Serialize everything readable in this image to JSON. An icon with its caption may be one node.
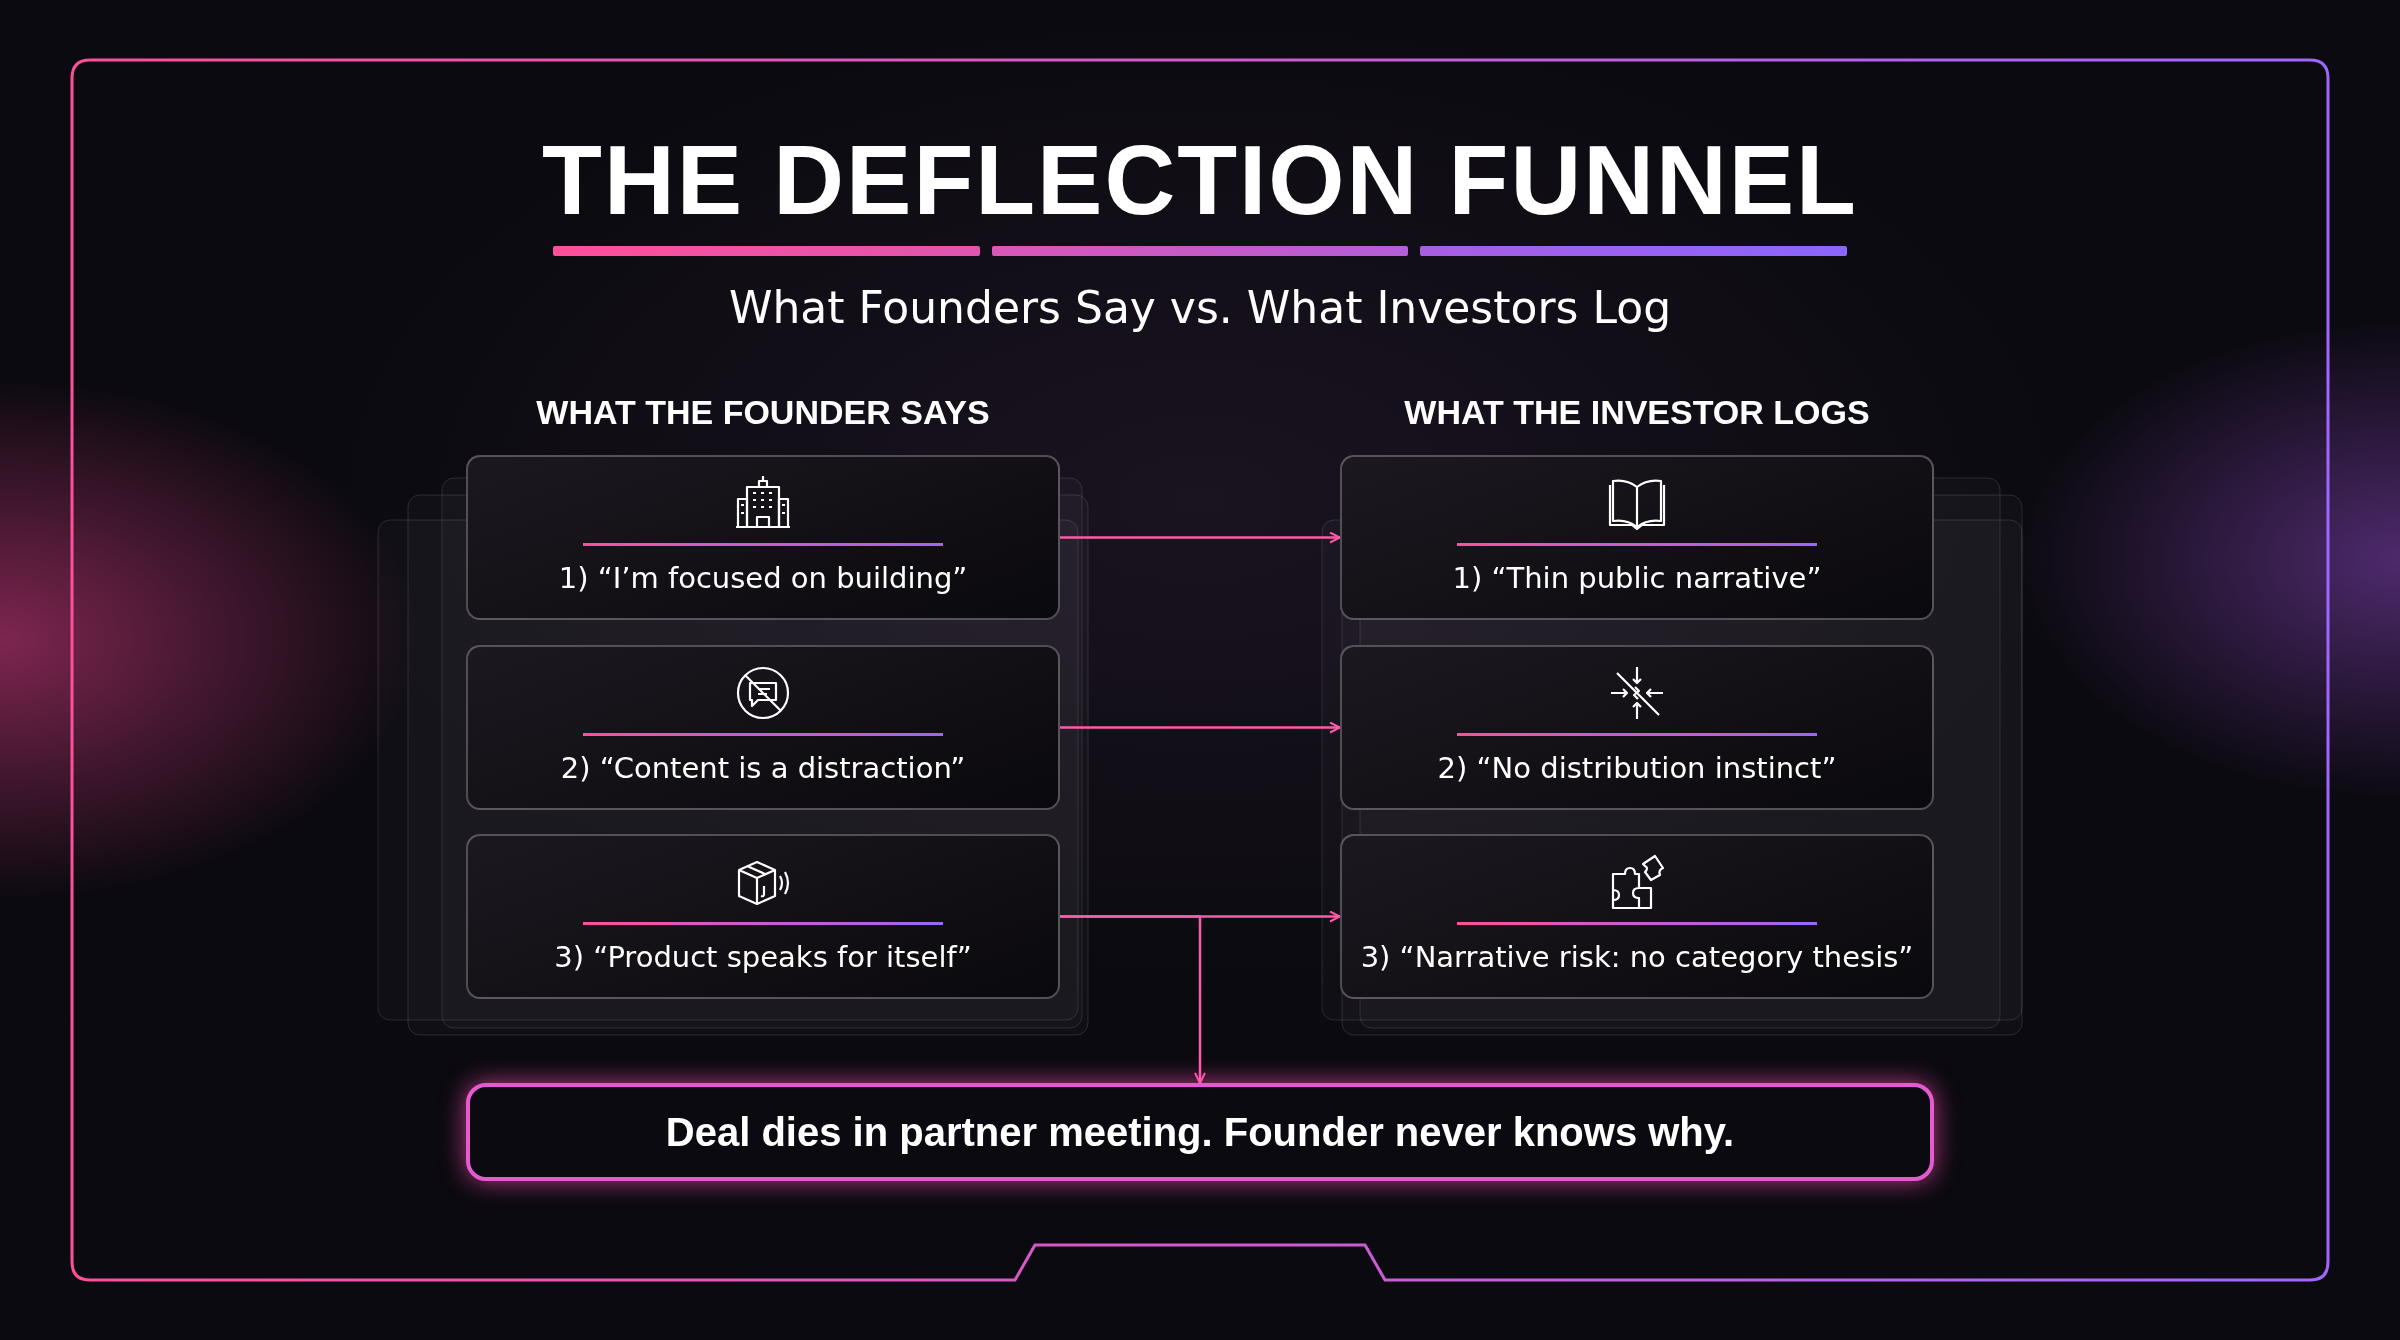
{
  "diagram": {
    "title": "THE DEFLECTION FUNNEL",
    "caption": "What Founders Say vs. What Investors Log",
    "nodes": [
      {
        "text": [
          "1) “I’m focused on building”"
        ]
      },
      {
        "text": [
          "2) “Content is a distraction”"
        ]
      },
      {
        "text": [
          "3) “Product speaks for itself”"
        ]
      },
      {
        "text": [
          "1) “Thin public narrative”"
        ]
      },
      {
        "text": [
          "2) “No distribution instinct”"
        ]
      },
      {
        "text": [
          "3) “Narrative risk: no category thesis”"
        ]
      },
      {
        "text": [
          "Deal dies in partner meeting. Founder never knows why."
        ]
      }
    ],
    "edges": [
      {
        "from": 0,
        "to": 3,
        "arrow": "to"
      },
      {
        "from": 1,
        "to": 4,
        "arrow": "to"
      },
      {
        "from": 2,
        "to": 5,
        "arrow": "to"
      },
      {
        "from": 2,
        "to": 6,
        "arrow": "to"
      }
    ],
    "labels": [
      "WHAT THE FOUNDER SAYS",
      "WHAT THE INVESTOR LOGS"
    ]
  }
}
